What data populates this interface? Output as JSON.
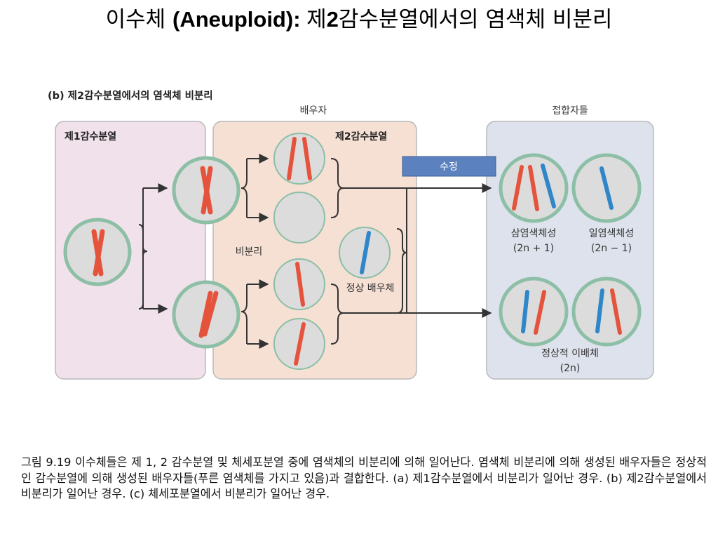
{
  "title": {
    "prefix": "이수체 ",
    "bold": "(Aneuploid): ",
    "mid": "제",
    "bold_num": "2",
    "suffix": "감수분열에서의 염색체 비분리"
  },
  "figure": {
    "panel_label": "(b) 제2감수분열에서의 염색체 비분리",
    "gametes_label": "배우자",
    "zygotes_label": "접합자들",
    "meiosis1_label": "제1감수분열",
    "meiosis2_label": "제2감수분열",
    "fertilization_label": "수정",
    "nondisjunction_label": "비분리",
    "normal_gamete_label": "정상 배우체",
    "trisomy_label": "삼염색체성",
    "trisomy_formula": "(2n + 1)",
    "monosomy_label": "일염색체성",
    "monosomy_formula": "(2n − 1)",
    "diploid_label": "정상적 이배체",
    "diploid_formula": "(2n)"
  },
  "colors": {
    "chromosome_red": "#e5533d",
    "chromosome_blue": "#2f86c8",
    "cell_fill": "#dcdcdc",
    "cell_border": "#8cbfa6",
    "meiosis1_bg": "#f0e1ea",
    "meiosis2_bg": "#f6e0d4",
    "zygote_bg": "#dde2ec",
    "fertilization_box": "#5b82bf"
  },
  "caption": "그림 9.19 이수체들은 제 1, 2 감수분열 및 체세포분열 중에 염색체의 비분리에 의해 일어난다. 염색체 비분리에 의해 생성된 배우자들은 정상적인 감수분열에 의해 생성된 배우자들(푸른 염색체를 가지고 있음)과 결합한다. (a) 제1감수분열에서 비분리가 일어난 경우. (b) 제2감수분열에서 비분리가 일어난 경우. (c) 체세포분열에서 비분리가 일어난 경우."
}
